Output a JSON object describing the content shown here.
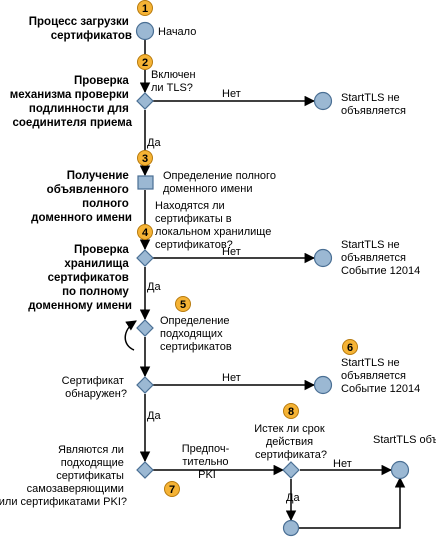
{
  "colors": {
    "node_fill": "#9bb8d3",
    "node_stroke": "#4a6f94",
    "badge_fill": "#f5b335",
    "badge_stroke": "#b87b0e",
    "line": "#000000"
  },
  "steps": [
    {
      "num": "1",
      "title": [
        "Процесс загрузки",
        "сертификатов"
      ]
    },
    {
      "num": "2",
      "title": [
        "Проверка",
        "механизма проверки",
        "подлинности для",
        "соединителя приема"
      ]
    },
    {
      "num": "3",
      "title": [
        "Получение",
        "объявленного",
        "полного",
        "доменного имени"
      ]
    },
    {
      "num": "4",
      "title": [
        "Проверка",
        "хранилища",
        "сертификатов",
        "по полному",
        "доменному имени"
      ]
    },
    {
      "num": "5"
    },
    {
      "num": "6"
    },
    {
      "num": "7"
    },
    {
      "num": "8"
    }
  ],
  "labels": {
    "start": "Начало",
    "tls_question": [
      "Включен",
      "ли TLS?"
    ],
    "no": "Нет",
    "yes": "Да",
    "starttls_not_announced": [
      "StartTLS не",
      "объявляется"
    ],
    "starttls_not_announced_event": [
      "StartTLS не",
      "объявляется",
      "Событие 12014"
    ],
    "determine_fqdn": [
      "Определение полного",
      "доменного имени"
    ],
    "certs_in_store_question": [
      "Находятся ли",
      "сертификаты в",
      "локальном хранилище",
      "сертификатов?"
    ],
    "determine_suitable": [
      "Определение",
      "подходящих",
      "сертификатов"
    ],
    "cert_found_question": [
      "Сертификат",
      "обнаружен?"
    ],
    "selfsigned_or_pki_question": [
      "Являются ли",
      "подходящие",
      "сертификаты",
      "самозаверяющими",
      "или сертификатами PKI?"
    ],
    "preferably_pki": [
      "Предпоч-",
      "тительно",
      "PKI"
    ],
    "expired_question": [
      "Истек ли срок",
      "действия",
      "сертификата?"
    ],
    "starttls_announced": "StartTLS объявляется"
  }
}
